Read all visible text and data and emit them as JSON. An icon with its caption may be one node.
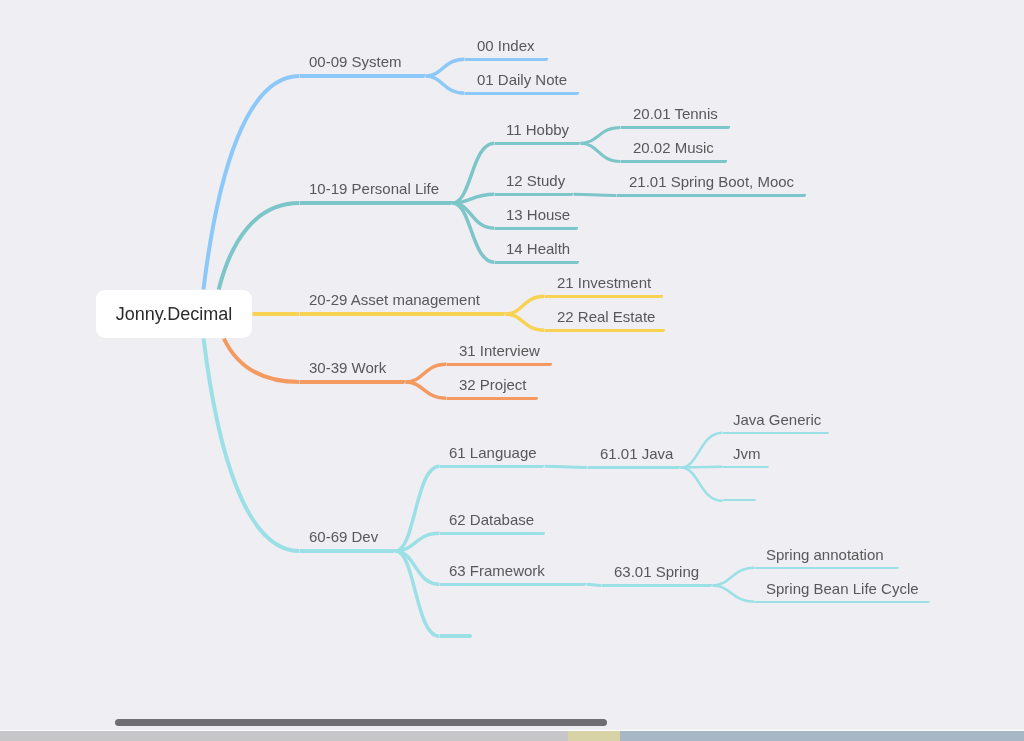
{
  "diagram": {
    "nodes": [
      {
        "text": [
          "Jonny.Decimal"
        ]
      },
      {
        "text": [
          "00-09 System"
        ]
      },
      {
        "text": [
          "00 Index"
        ]
      },
      {
        "text": [
          "01 Daily Note"
        ]
      },
      {
        "text": [
          "10-19 Personal Life"
        ]
      },
      {
        "text": [
          "11 Hobby"
        ]
      },
      {
        "text": [
          "20.01 Tennis"
        ]
      },
      {
        "text": [
          "20.02 Music"
        ]
      },
      {
        "text": [
          "12 Study"
        ]
      },
      {
        "text": [
          "21.01 Spring Boot, Mooc"
        ]
      },
      {
        "text": [
          "13 House"
        ]
      },
      {
        "text": [
          "14 Health"
        ]
      },
      {
        "text": [
          "20-29 Asset management"
        ]
      },
      {
        "text": [
          "21 Investment"
        ]
      },
      {
        "text": [
          "22 Real Estate"
        ]
      },
      {
        "text": [
          "30-39 Work"
        ]
      },
      {
        "text": [
          "31 Interview"
        ]
      },
      {
        "text": [
          "32 Project"
        ]
      },
      {
        "text": [
          "60-69 Dev"
        ]
      },
      {
        "text": [
          "61 Language"
        ]
      },
      {
        "text": [
          "61.01 Java"
        ]
      },
      {
        "text": [
          "Java Generic"
        ]
      },
      {
        "text": [
          "Jvm"
        ]
      },
      {
        "text": [],
        "shape": "line"
      },
      {
        "text": [
          "62 Database"
        ]
      },
      {
        "text": [
          "63 Framework"
        ]
      },
      {
        "text": [
          "63.01 Spring"
        ]
      },
      {
        "text": [
          "Spring annotation"
        ]
      },
      {
        "text": [
          "Spring Bean Life Cycle"
        ]
      },
      {
        "text": [],
        "shape": "line"
      }
    ],
    "edges": [
      {
        "from": 0,
        "to": 1,
        "arrow": "none",
        "color": "#8cc8f8"
      },
      {
        "from": 1,
        "to": 2,
        "arrow": "none",
        "color": "#8cc8f8"
      },
      {
        "from": 1,
        "to": 3,
        "arrow": "none",
        "color": "#8cc8f8"
      },
      {
        "from": 0,
        "to": 4,
        "arrow": "none",
        "color": "#7cc5c9"
      },
      {
        "from": 4,
        "to": 5,
        "arrow": "none",
        "color": "#7cc5c9"
      },
      {
        "from": 5,
        "to": 6,
        "arrow": "none",
        "color": "#7cc5c9"
      },
      {
        "from": 5,
        "to": 7,
        "arrow": "none",
        "color": "#7cc5c9"
      },
      {
        "from": 4,
        "to": 8,
        "arrow": "none",
        "color": "#7cc5c9"
      },
      {
        "from": 8,
        "to": 9,
        "arrow": "none",
        "color": "#7cc5c9"
      },
      {
        "from": 4,
        "to": 10,
        "arrow": "none",
        "color": "#7cc5c9"
      },
      {
        "from": 4,
        "to": 11,
        "arrow": "none",
        "color": "#7cc5c9"
      },
      {
        "from": 0,
        "to": 12,
        "arrow": "none",
        "color": "#f8d253"
      },
      {
        "from": 12,
        "to": 13,
        "arrow": "none",
        "color": "#f8d253"
      },
      {
        "from": 12,
        "to": 14,
        "arrow": "none",
        "color": "#f8d253"
      },
      {
        "from": 0,
        "to": 15,
        "arrow": "none",
        "color": "#f49a61"
      },
      {
        "from": 15,
        "to": 16,
        "arrow": "none",
        "color": "#f49a61"
      },
      {
        "from": 15,
        "to": 17,
        "arrow": "none",
        "color": "#f49a61"
      },
      {
        "from": 0,
        "to": 18,
        "arrow": "none"
      },
      {
        "from": 18,
        "to": 19,
        "arrow": "none"
      },
      {
        "from": 19,
        "to": 20,
        "arrow": "none"
      },
      {
        "from": 20,
        "to": 21,
        "arrow": "none"
      },
      {
        "from": 20,
        "to": 22,
        "arrow": "none"
      },
      {
        "from": 20,
        "to": 23,
        "arrow": "none"
      },
      {
        "from": 18,
        "to": 24,
        "arrow": "none"
      },
      {
        "from": 18,
        "to": 25,
        "arrow": "none"
      },
      {
        "from": 25,
        "to": 26,
        "arrow": "none"
      },
      {
        "from": 26,
        "to": 27,
        "arrow": "none"
      },
      {
        "from": 26,
        "to": 28,
        "arrow": "none"
      },
      {
        "from": 18,
        "to": 29,
        "arrow": "none"
      }
    ]
  }
}
